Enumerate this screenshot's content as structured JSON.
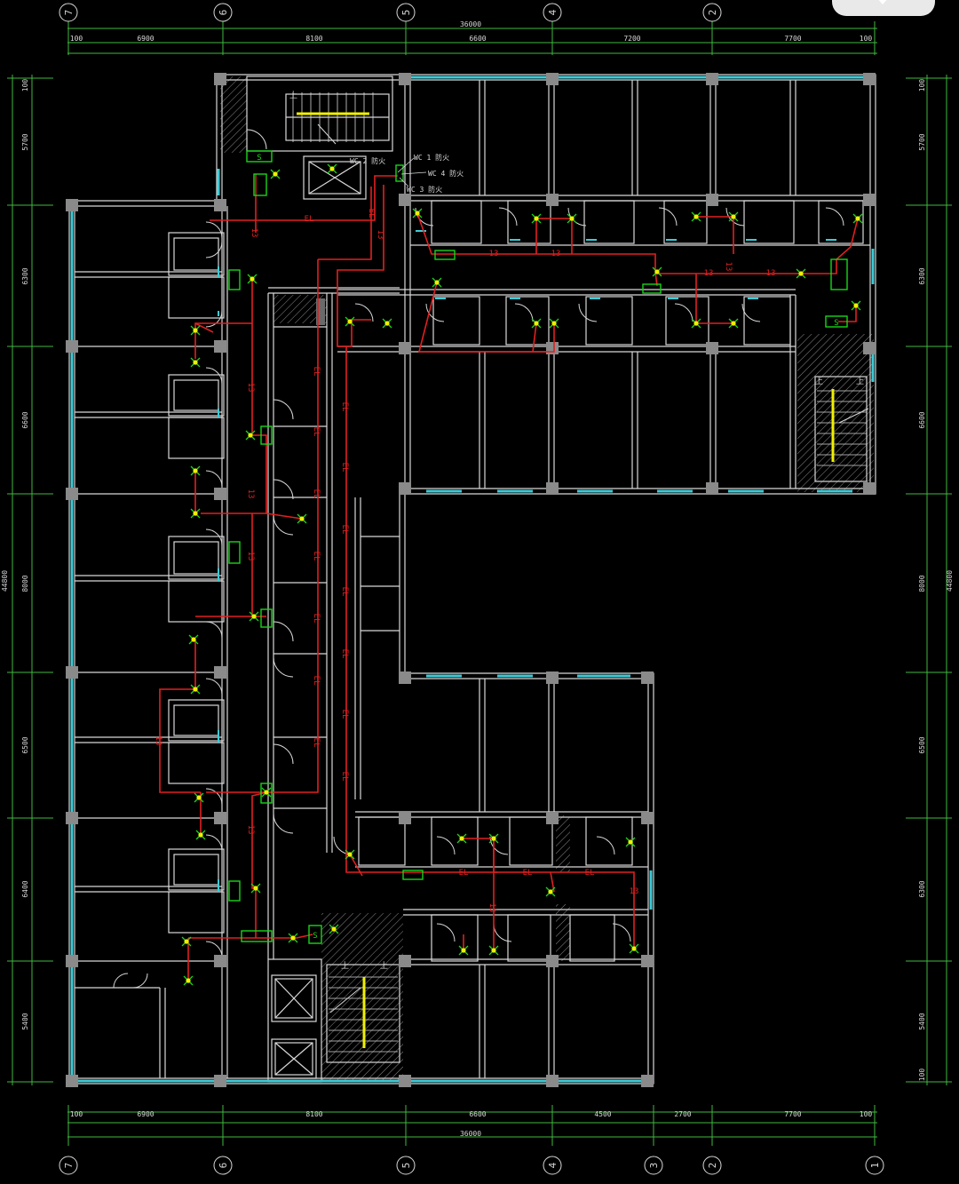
{
  "grid_top": [
    "7",
    "6",
    "5",
    "4",
    "2"
  ],
  "grid_bottom": [
    "7",
    "6",
    "5",
    "4",
    "3",
    "2",
    "1"
  ],
  "dims_top": {
    "total": "36000",
    "spans": [
      "100",
      "6900",
      "8100",
      "6600",
      "7200",
      "7700",
      "100"
    ]
  },
  "dims_bottom": {
    "total": "36000",
    "spans": [
      "100",
      "6900",
      "8100",
      "6600",
      "4500",
      "2700",
      "7700",
      "100"
    ]
  },
  "dims_left": {
    "total": "44800",
    "spans": [
      "100",
      "5700",
      "6300",
      "6600",
      "8000",
      "6500",
      "6400",
      "5400"
    ]
  },
  "dims_right": {
    "total": "44800",
    "spans": [
      "100",
      "5700",
      "6300",
      "6600",
      "8000",
      "6500",
      "6300",
      "5400",
      "100"
    ]
  },
  "tags": {
    "wc1": "WC 1 防火",
    "wc2": "WC 2 防火",
    "wc3": "WC 3 防火",
    "wc4": "WC 4 防火"
  },
  "circuit_el": "EL",
  "circuit_13": "13",
  "sym_s": "S",
  "sym_up": "上",
  "colors": {
    "wall": "#d8d8d8",
    "window": "#3ccbd6",
    "red": "#e02020",
    "green": "#19d419",
    "yellow": "#f0f000",
    "column": "#8a8a8a",
    "dim": "#3fb83f"
  },
  "controls": {
    "collapse": "chevron-down-icon"
  }
}
